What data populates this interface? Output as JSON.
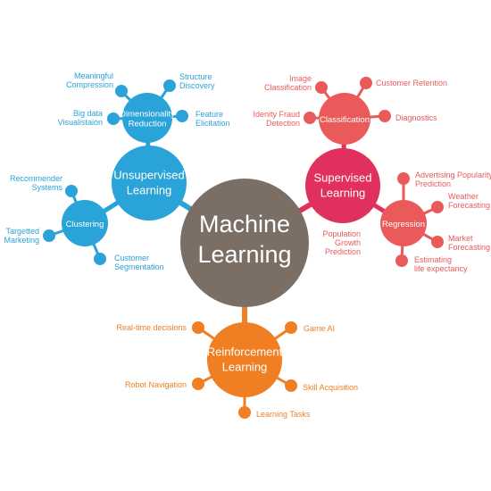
{
  "colors": {
    "center": "#7a6e65",
    "unsupervised": "#2aa3d8",
    "supervised": "#e2305e",
    "classification": "#ea5a5a",
    "regression": "#ea5a5a",
    "reinforcement": "#f07e22"
  },
  "center": {
    "line1": "Machine",
    "line2": "Learning"
  },
  "unsupervised": {
    "line1": "Unsupervised",
    "line2": "Learning",
    "dimensionality": {
      "line1": "Dimensionality",
      "line2": "Reduction",
      "leaves": [
        {
          "lines": [
            "Meaningful",
            "Compression"
          ]
        },
        {
          "lines": [
            "Structure",
            "Discovery"
          ]
        },
        {
          "lines": [
            "Big data",
            "Visualistaion"
          ]
        },
        {
          "lines": [
            "Feature",
            "Elicitation"
          ]
        }
      ]
    },
    "clustering": {
      "label": "Clustering",
      "leaves": [
        {
          "lines": [
            "Recommender",
            "Systems"
          ]
        },
        {
          "lines": [
            "Targetted",
            "Marketing"
          ]
        },
        {
          "lines": [
            "Customer",
            "Segmentation"
          ]
        }
      ]
    }
  },
  "supervised": {
    "line1": "Supervised",
    "line2": "Learning",
    "classification": {
      "label": "Classification",
      "leaves": [
        {
          "lines": [
            "Image",
            "Classification"
          ]
        },
        {
          "lines": [
            "Customer Retention"
          ]
        },
        {
          "lines": [
            "Idenity Fraud",
            "Detection"
          ]
        },
        {
          "lines": [
            "Diagnostics"
          ]
        }
      ]
    },
    "regression": {
      "label": "Regression",
      "leaves": [
        {
          "lines": [
            "Advertising Popularity",
            "Prediction"
          ]
        },
        {
          "lines": [
            "Weather",
            "Forecasting"
          ]
        },
        {
          "lines": [
            "Population",
            "Growth",
            "Prediction"
          ]
        },
        {
          "lines": [
            "Market",
            "Forecasting"
          ]
        },
        {
          "lines": [
            "Estimating",
            "life expectancy"
          ]
        }
      ]
    }
  },
  "reinforcement": {
    "line1": "Reinforcement",
    "line2": "Learning",
    "leaves": [
      {
        "lines": [
          "Real-time decisions"
        ]
      },
      {
        "lines": [
          "Game AI"
        ]
      },
      {
        "lines": [
          "Robot Navigation"
        ]
      },
      {
        "lines": [
          "Skill Acquisition"
        ]
      },
      {
        "lines": [
          "Learning Tasks"
        ]
      }
    ]
  }
}
